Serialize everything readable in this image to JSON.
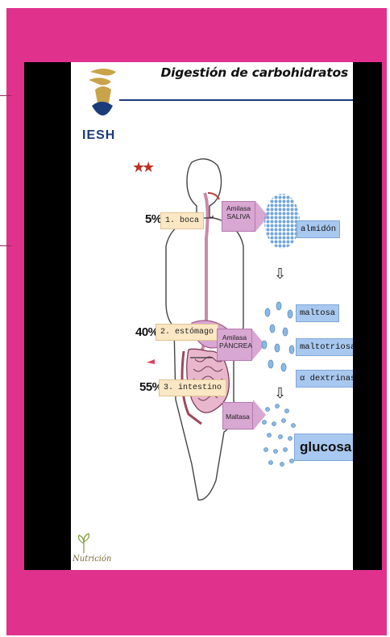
{
  "slide": {
    "title": "Digestión de carbohidratos",
    "logo_text": "IESH",
    "stars": "★★",
    "corner_text": "Nutrición"
  },
  "stages": [
    {
      "percent": "5%",
      "organ": "1. boca",
      "enzyme_line1": "Amilasa",
      "enzyme_line2": "SALIVA"
    },
    {
      "percent": "40%",
      "organ": "2. estómago",
      "enzyme_line1": "Amilasa",
      "enzyme_line2": "PÁNCREAS"
    },
    {
      "percent": "55%",
      "organ": "3. intestino",
      "enzyme_line1": "Maltasa",
      "enzyme_line2": ""
    }
  ],
  "products": {
    "starch": "almidón",
    "middle": [
      "maltosa",
      "maltotriosa",
      "α dextrinas"
    ],
    "final": "glucosa"
  },
  "colors": {
    "frame": "#e0318d",
    "organ_label": "#fbe7c4",
    "enzyme": "#d8a7d2",
    "product": "#a9c8ef",
    "molecule": "#6fa6d9"
  }
}
